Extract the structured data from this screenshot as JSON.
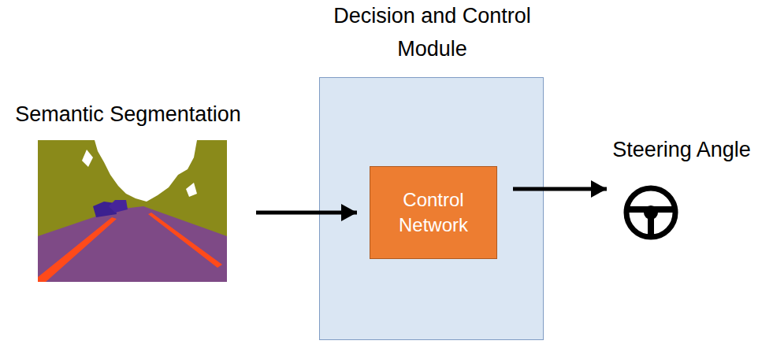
{
  "diagram": {
    "nodes": [
      {
        "text": [
          "Semantic Segmentation"
        ]
      },
      {
        "text": [
          "Decision and Control Module"
        ]
      },
      {
        "text": [
          "Control Network"
        ],
        "in": 1
      },
      {
        "text": [
          "Steering Angle"
        ]
      }
    ],
    "edges": [
      {
        "from": 0,
        "to": 2,
        "arrow": "to"
      },
      {
        "from": 2,
        "to": 3,
        "arrow": "to"
      }
    ]
  }
}
